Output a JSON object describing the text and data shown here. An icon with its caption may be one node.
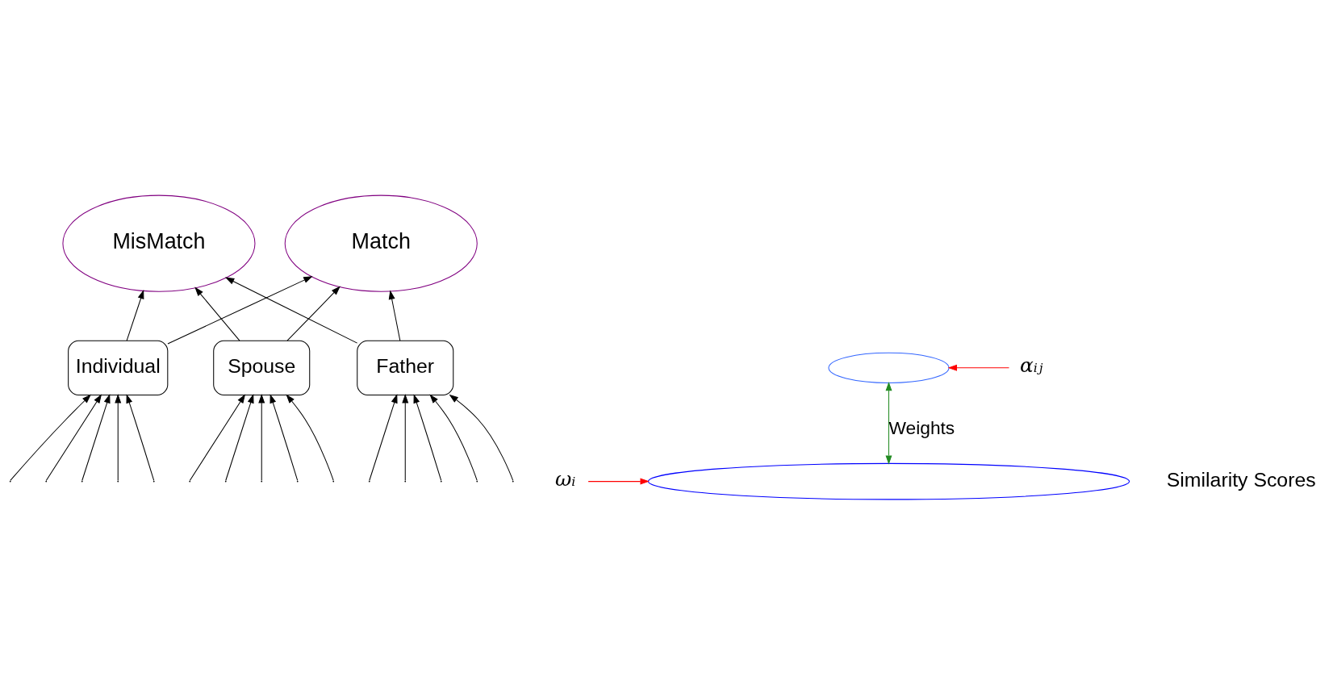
{
  "diagram": {
    "nodes": [
      {
        "text": [
          "Match"
        ]
      },
      {
        "text": [
          "MisMatch"
        ]
      },
      {
        "text": [
          "ωᵢ"
        ]
      },
      {
        "text": [],
        "shape": "ellipse"
      },
      {
        "text": [
          "Individual"
        ]
      },
      {
        "text": [
          "Father"
        ]
      },
      {
        "text": [
          "Spouse"
        ]
      },
      {
        "text": [
          "αᵢⱼ"
        ]
      },
      {
        "text": [],
        "shape": "ellipse"
      }
    ],
    "edges": [
      {
        "from": 4,
        "to": 0,
        "arrow": "to"
      },
      {
        "from": 4,
        "to": 1,
        "arrow": "to"
      },
      {
        "from": 5,
        "to": 0,
        "arrow": "to"
      },
      {
        "from": 5,
        "to": 1,
        "arrow": "to"
      },
      {
        "from": 6,
        "to": 0,
        "arrow": "to"
      },
      {
        "from": 6,
        "to": 1,
        "arrow": "to"
      },
      {
        "from": 2,
        "to": 3,
        "arrow": "to",
        "color": "#ff0000"
      },
      {
        "from": 7,
        "to": 8,
        "arrow": "to",
        "color": "#ff0000"
      },
      {
        "from": 3,
        "to": 8,
        "arrow": "both",
        "label": "Weights",
        "color": "#228b22"
      },
      {
        "from": null,
        "to": 4,
        "arrow": "to"
      },
      {
        "from": null,
        "to": 4,
        "arrow": "to"
      },
      {
        "from": null,
        "to": 4,
        "arrow": "to"
      },
      {
        "from": null,
        "to": 4,
        "arrow": "to"
      },
      {
        "from": null,
        "to": 4,
        "arrow": "to"
      },
      {
        "from": null,
        "to": 5,
        "arrow": "to"
      },
      {
        "from": null,
        "to": 5,
        "arrow": "to"
      },
      {
        "from": null,
        "to": 5,
        "arrow": "to"
      },
      {
        "from": null,
        "to": 5,
        "arrow": "to"
      },
      {
        "from": null,
        "to": 5,
        "arrow": "to"
      },
      {
        "from": null,
        "to": 6,
        "arrow": "to"
      },
      {
        "from": null,
        "to": 6,
        "arrow": "to"
      },
      {
        "from": null,
        "to": 6,
        "arrow": "to"
      },
      {
        "from": null,
        "to": 6,
        "arrow": "to"
      },
      {
        "from": null,
        "to": 6,
        "arrow": "to"
      }
    ],
    "labels": [
      "Similarity Scores"
    ]
  }
}
